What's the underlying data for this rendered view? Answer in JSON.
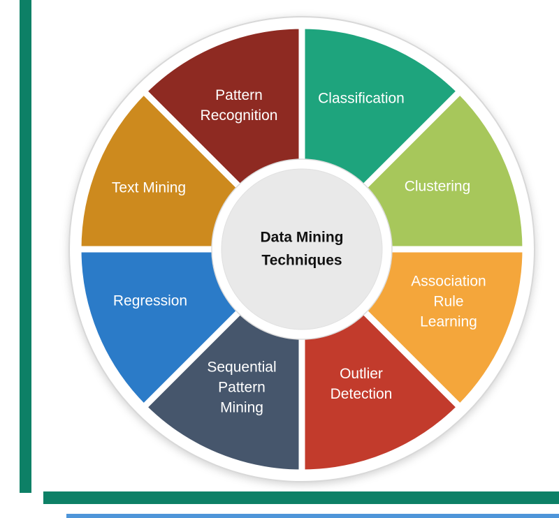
{
  "diagram": {
    "center_title": "Data Mining Techniques",
    "center_fill": "#e9e9e9",
    "segments": [
      {
        "label": "Classification",
        "color": "#1ea47d"
      },
      {
        "label": "Clustering",
        "color": "#a7c75b"
      },
      {
        "label": "Association Rule Learning",
        "color": "#f4a63b"
      },
      {
        "label": "Outlier Detection",
        "color": "#c23b2c"
      },
      {
        "label": "Sequential Pattern Mining",
        "color": "#46566c"
      },
      {
        "label": "Regression",
        "color": "#2b7bc8"
      },
      {
        "label": "Text Mining",
        "color": "#cd8a1e"
      },
      {
        "label": "Pattern Recognition",
        "color": "#8e2a22"
      }
    ],
    "accents": {
      "side_bar_color": "#0d8066",
      "bottom_bar_color": "#0d8066",
      "bottom_line_color": "#4e95d9"
    }
  }
}
